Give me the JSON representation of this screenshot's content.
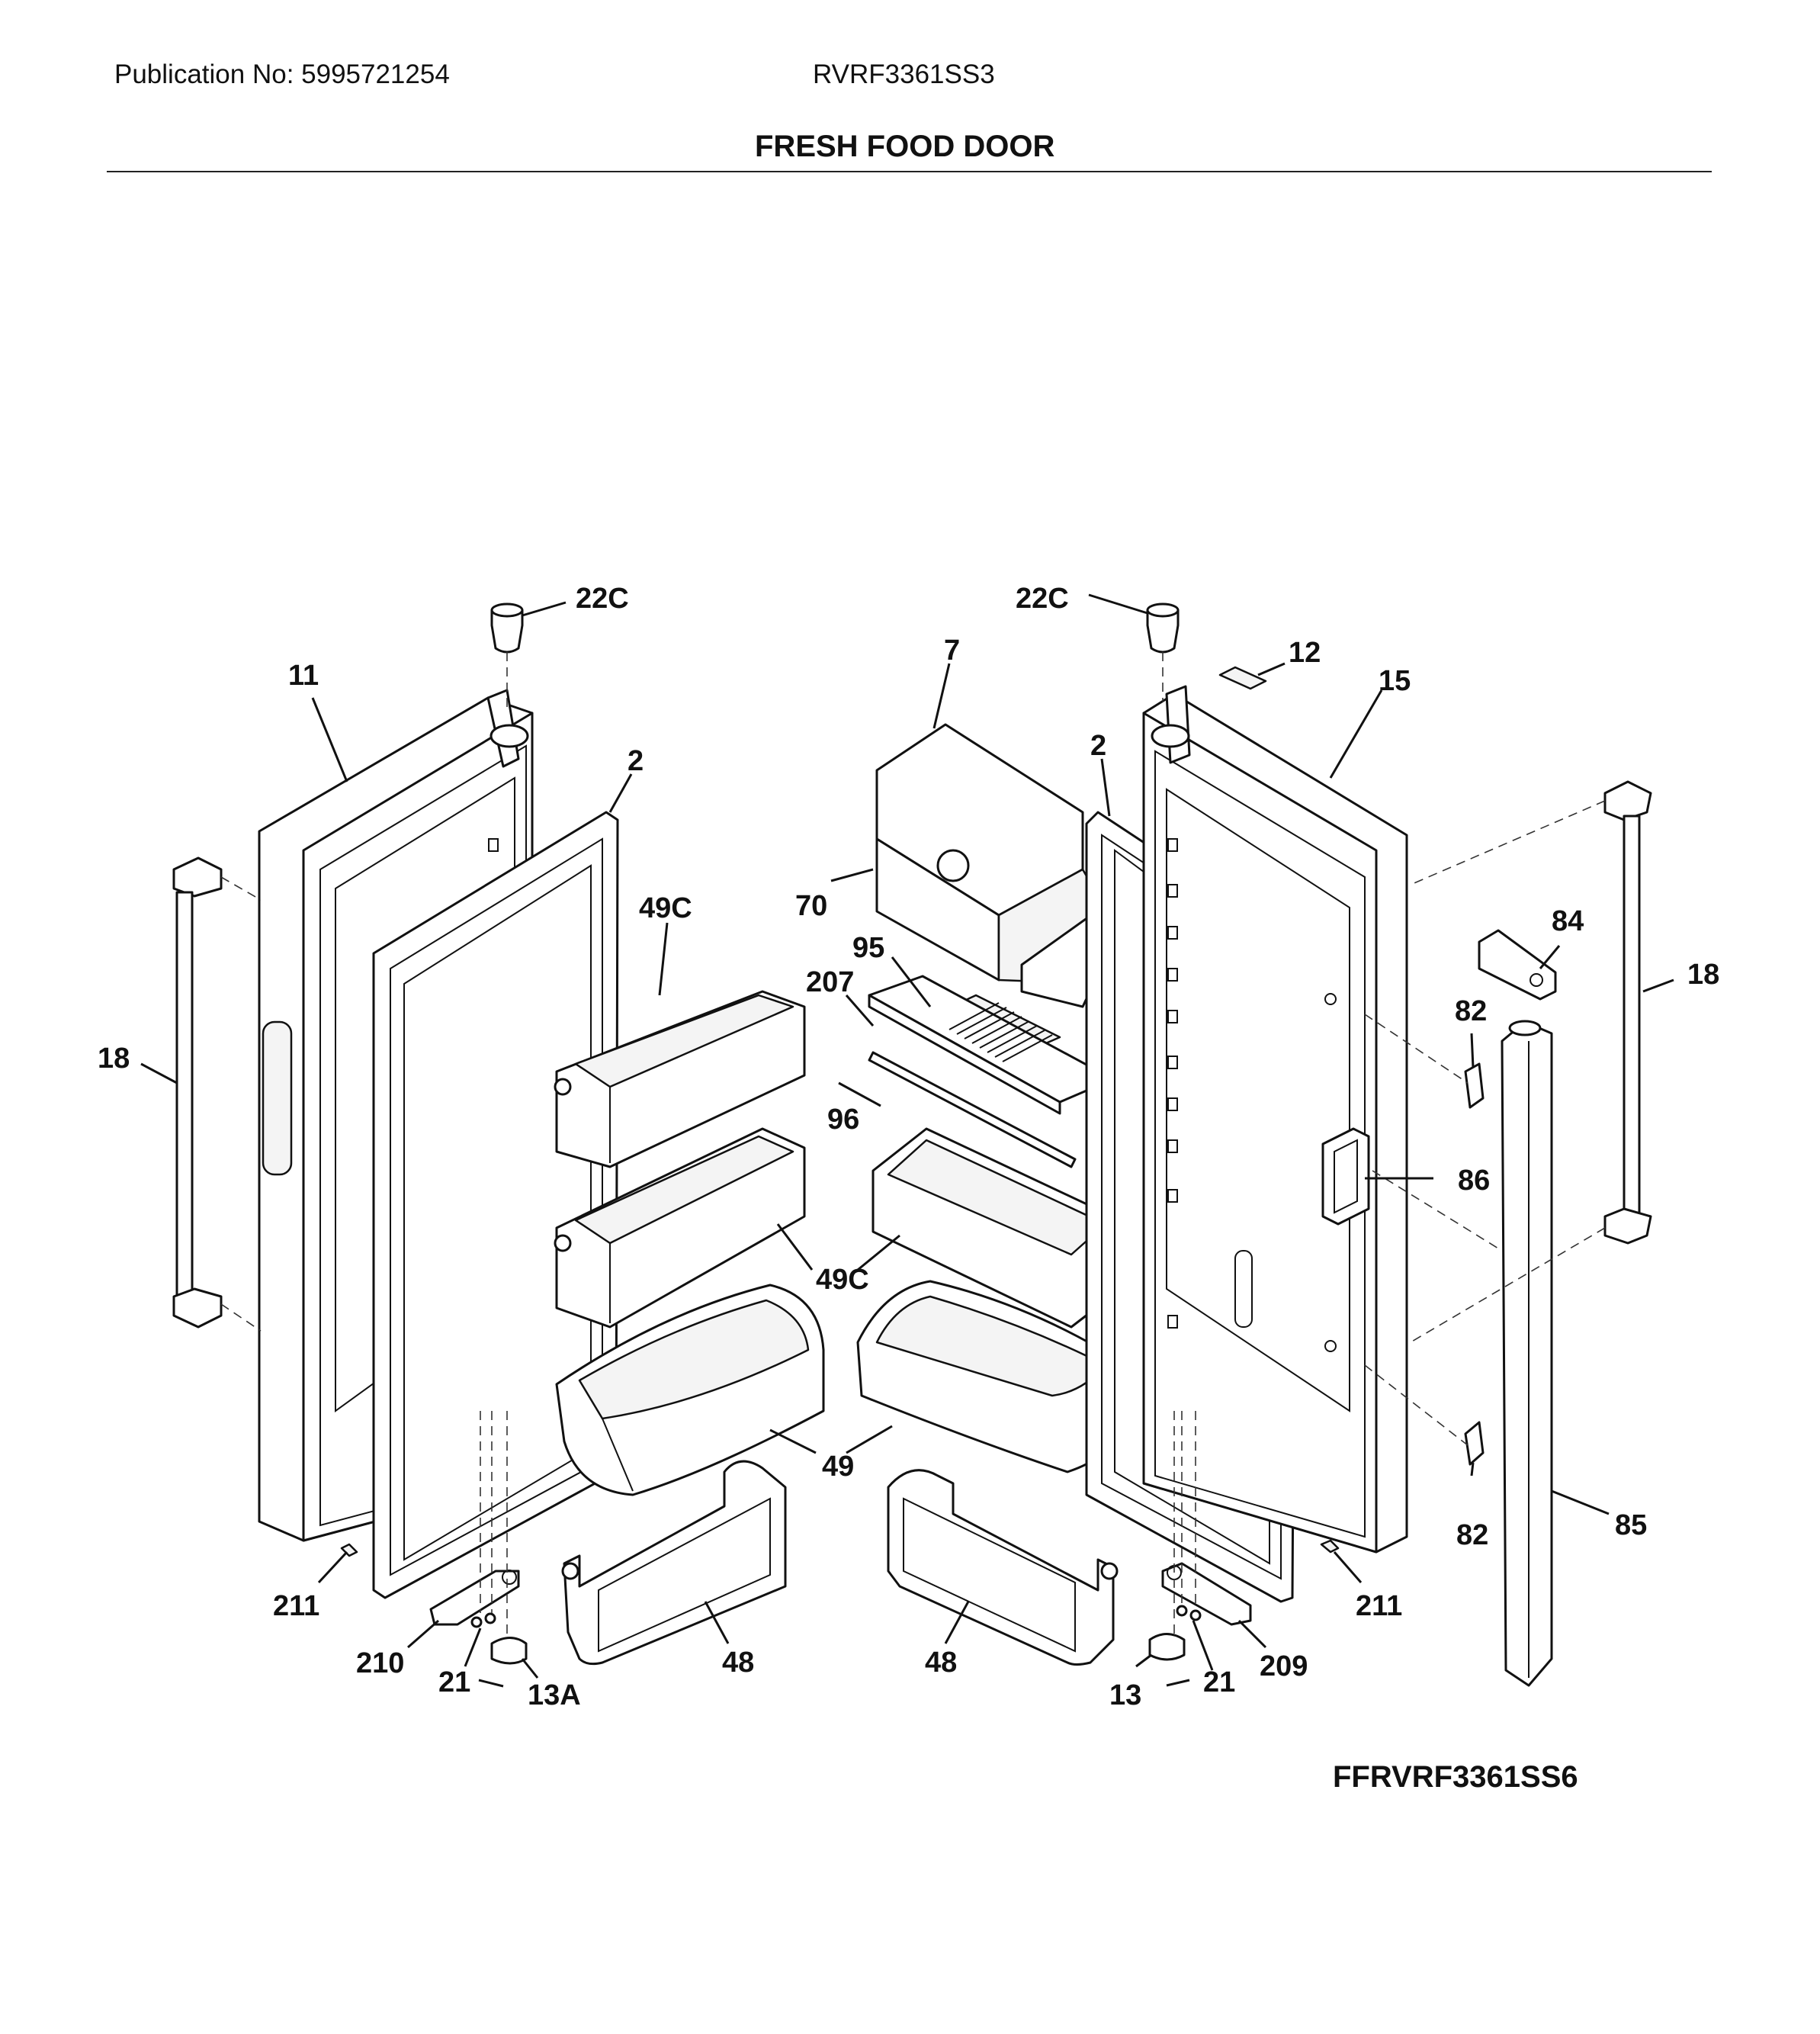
{
  "header": {
    "publication": "Publication No: 5995721254",
    "model": "RVRF3361SS3",
    "section_title": "FRESH FOOD DOOR"
  },
  "footer": {
    "diagram_code": "FFRVRF3361SS6"
  },
  "callouts": {
    "c_22c_left": "22C",
    "c_22c_right": "22C",
    "c_11": "11",
    "c_2_left": "2",
    "c_7": "7",
    "c_2_right": "2",
    "c_12": "12",
    "c_15": "15",
    "c_49c_top": "49C",
    "c_70": "70",
    "c_95": "95",
    "c_207": "207",
    "c_84": "84",
    "c_18_right": "18",
    "c_82_top": "82",
    "c_18_left": "18",
    "c_96": "96",
    "c_86": "86",
    "c_49c_bottom": "49C",
    "c_49": "49",
    "c_82_bottom": "82",
    "c_85": "85",
    "c_211_left": "211",
    "c_211_right": "211",
    "c_210": "210",
    "c_48_left": "48",
    "c_48_right": "48",
    "c_209": "209",
    "c_21_left": "21",
    "c_13a": "13A",
    "c_13": "13",
    "c_21_right": "21"
  }
}
